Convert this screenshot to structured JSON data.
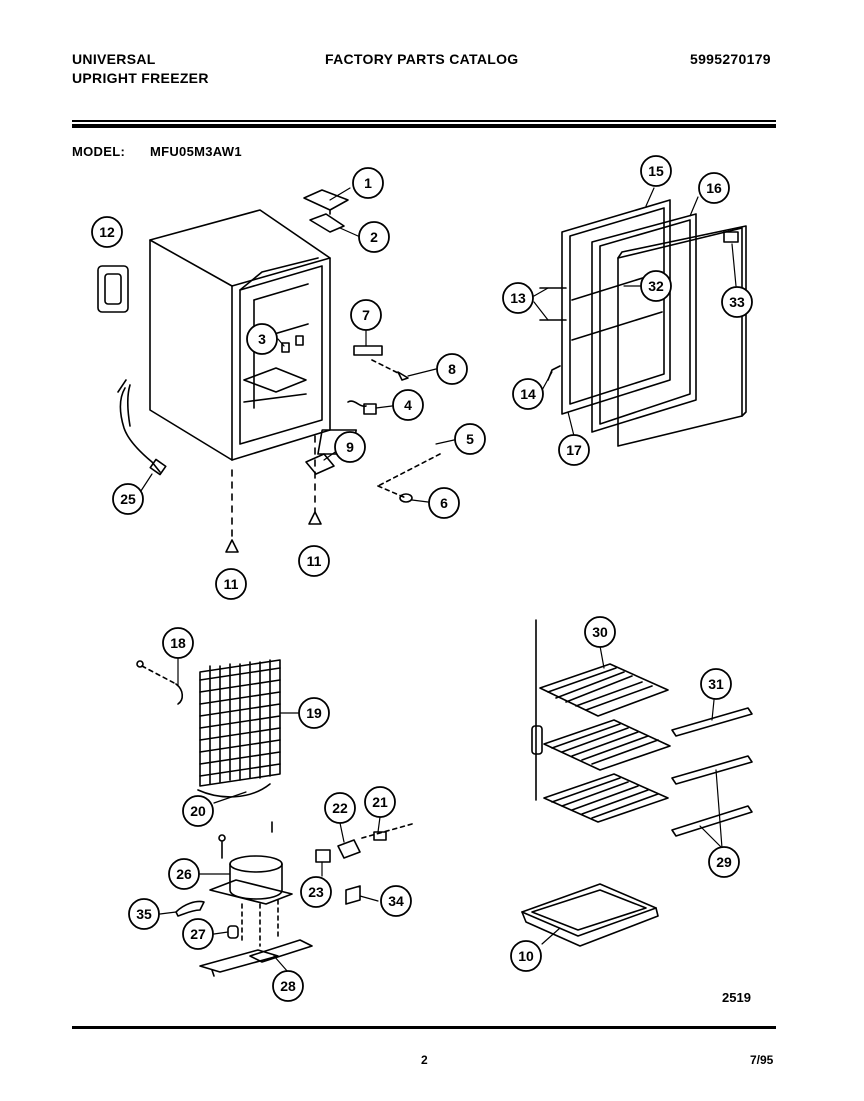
{
  "header": {
    "brand_line1": "UNIVERSAL",
    "brand_line2": "UPRIGHT  FREEZER",
    "catalog_title": "FACTORY  PARTS  CATALOG",
    "catalog_number": "5995270179"
  },
  "model": {
    "label": "MODEL:",
    "value": "MFU05M3AW1"
  },
  "callouts": [
    "1",
    "2",
    "3",
    "4",
    "5",
    "6",
    "7",
    "8",
    "9",
    "11",
    "11",
    "12",
    "13",
    "14",
    "15",
    "16",
    "17",
    "25",
    "32",
    "33",
    "18",
    "19",
    "20",
    "21",
    "22",
    "23",
    "26",
    "27",
    "28",
    "35",
    "34",
    "30",
    "31",
    "29",
    "10"
  ],
  "diagram_code": "2519",
  "footer": {
    "page_number": "2",
    "date": "7/95"
  }
}
